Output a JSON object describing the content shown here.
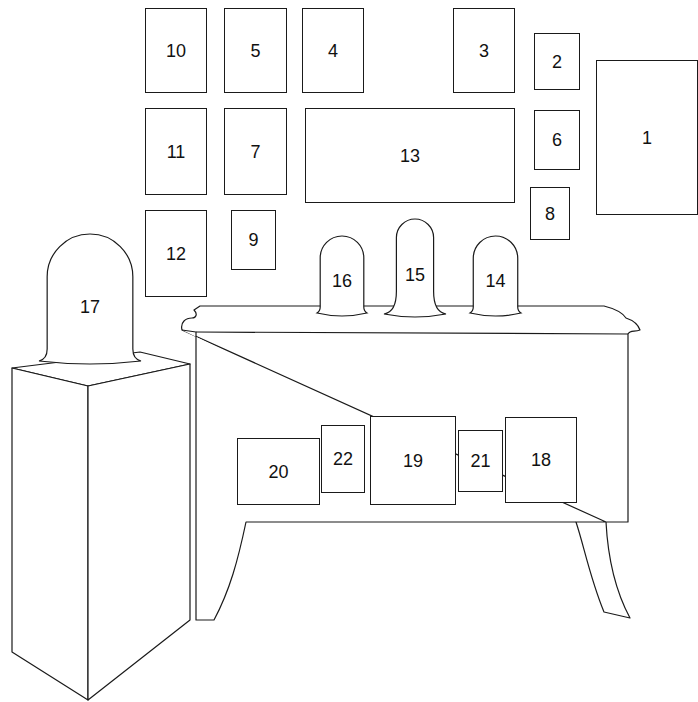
{
  "diagram": {
    "nodes": [
      {
        "text": [
          "10"
        ]
      },
      {
        "text": [
          "5"
        ]
      },
      {
        "text": [
          "4"
        ]
      },
      {
        "text": [
          "3"
        ]
      },
      {
        "text": [
          "2"
        ]
      },
      {
        "text": [
          "1"
        ]
      },
      {
        "text": [
          "11"
        ]
      },
      {
        "text": [
          "7"
        ]
      },
      {
        "text": [
          "13"
        ]
      },
      {
        "text": [
          "6"
        ]
      },
      {
        "text": [
          "8"
        ]
      },
      {
        "text": [
          "12"
        ]
      },
      {
        "text": [
          "9"
        ]
      },
      {
        "text": [
          "16"
        ]
      },
      {
        "text": [
          "15"
        ]
      },
      {
        "text": [
          "14"
        ]
      },
      {
        "text": [
          "17"
        ]
      },
      {
        "text": [
          "20"
        ]
      },
      {
        "text": [
          "22"
        ]
      },
      {
        "text": [
          "19"
        ]
      },
      {
        "text": [
          "21"
        ]
      },
      {
        "text": [
          "18"
        ]
      }
    ]
  }
}
